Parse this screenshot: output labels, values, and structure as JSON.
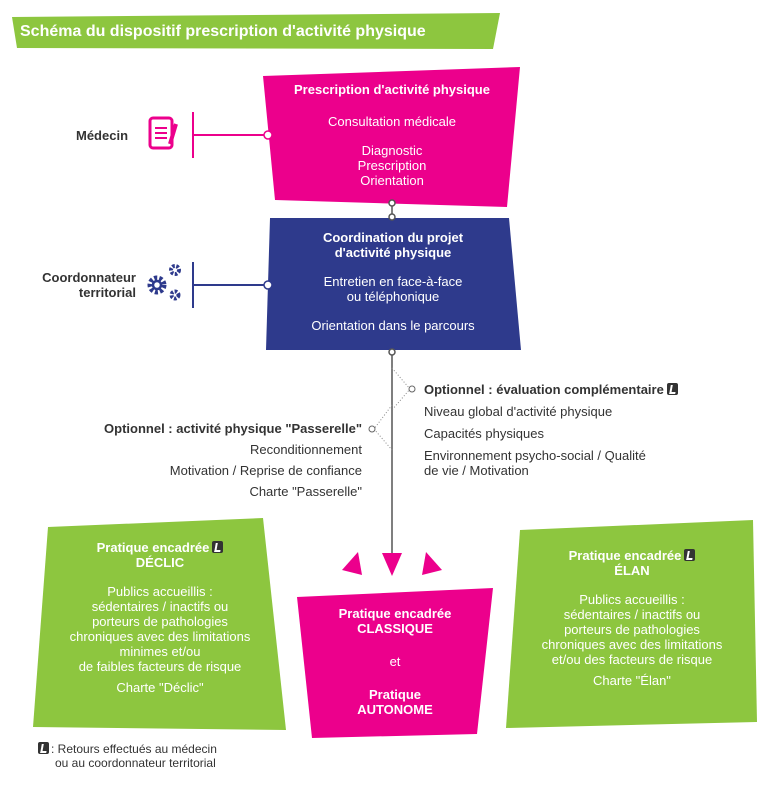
{
  "title": "Schéma du dispositif prescription d'activité physique",
  "colors": {
    "green": "#8dc63f",
    "pink": "#ec008c",
    "blue": "#2e3a8c",
    "text": "#333333"
  },
  "roles": {
    "medecin": "Médecin",
    "coordonnateur_1": "Coordonnateur",
    "coordonnateur_2": "territorial"
  },
  "prescription": {
    "title": "Prescription d'activité physique",
    "line1": "Consultation médicale",
    "line2": "Diagnostic",
    "line3": "Prescription",
    "line4": "Orientation"
  },
  "coordination": {
    "title1": "Coordination du projet",
    "title2": "d'activité physique",
    "line1": "Entretien en face-à-face",
    "line2": "ou téléphonique",
    "line3": "Orientation dans le parcours"
  },
  "evaluation": {
    "title": "Optionnel : évaluation complémentaire",
    "items": [
      "Niveau global d'activité physique",
      "Capacités physiques",
      "Environnement psycho-social / Qualité",
      "de vie / Motivation"
    ]
  },
  "passerelle": {
    "title": "Optionnel : activité physique \"Passerelle\"",
    "items": [
      "Reconditionnement",
      "Motivation / Reprise de confiance",
      "Charte \"Passerelle\""
    ]
  },
  "declic": {
    "title": "Pratique encadrée",
    "name": "DÉCLIC",
    "lines": [
      "Publics accueillis :",
      "sédentaires / inactifs ou",
      "porteurs de pathologies",
      "chroniques avec des limitations",
      "minimes et/ou",
      "de faibles facteurs de risque"
    ],
    "charte": "Charte \"Déclic\""
  },
  "classique": {
    "l1": "Pratique encadrée",
    "l2": "CLASSIQUE",
    "l3": "et",
    "l4": "Pratique",
    "l5": "AUTONOME"
  },
  "elan": {
    "title": "Pratique encadrée",
    "name": "ÉLAN",
    "lines": [
      "Publics accueillis :",
      "sédentaires / inactifs ou",
      "porteurs de pathologies",
      "chroniques avec des limitations",
      "et/ou des facteurs de risque"
    ],
    "charte": "Charte \"Élan\""
  },
  "legend": {
    "line1": ": Retours effectués au médecin",
    "line2": "ou au coordonnateur territorial"
  }
}
